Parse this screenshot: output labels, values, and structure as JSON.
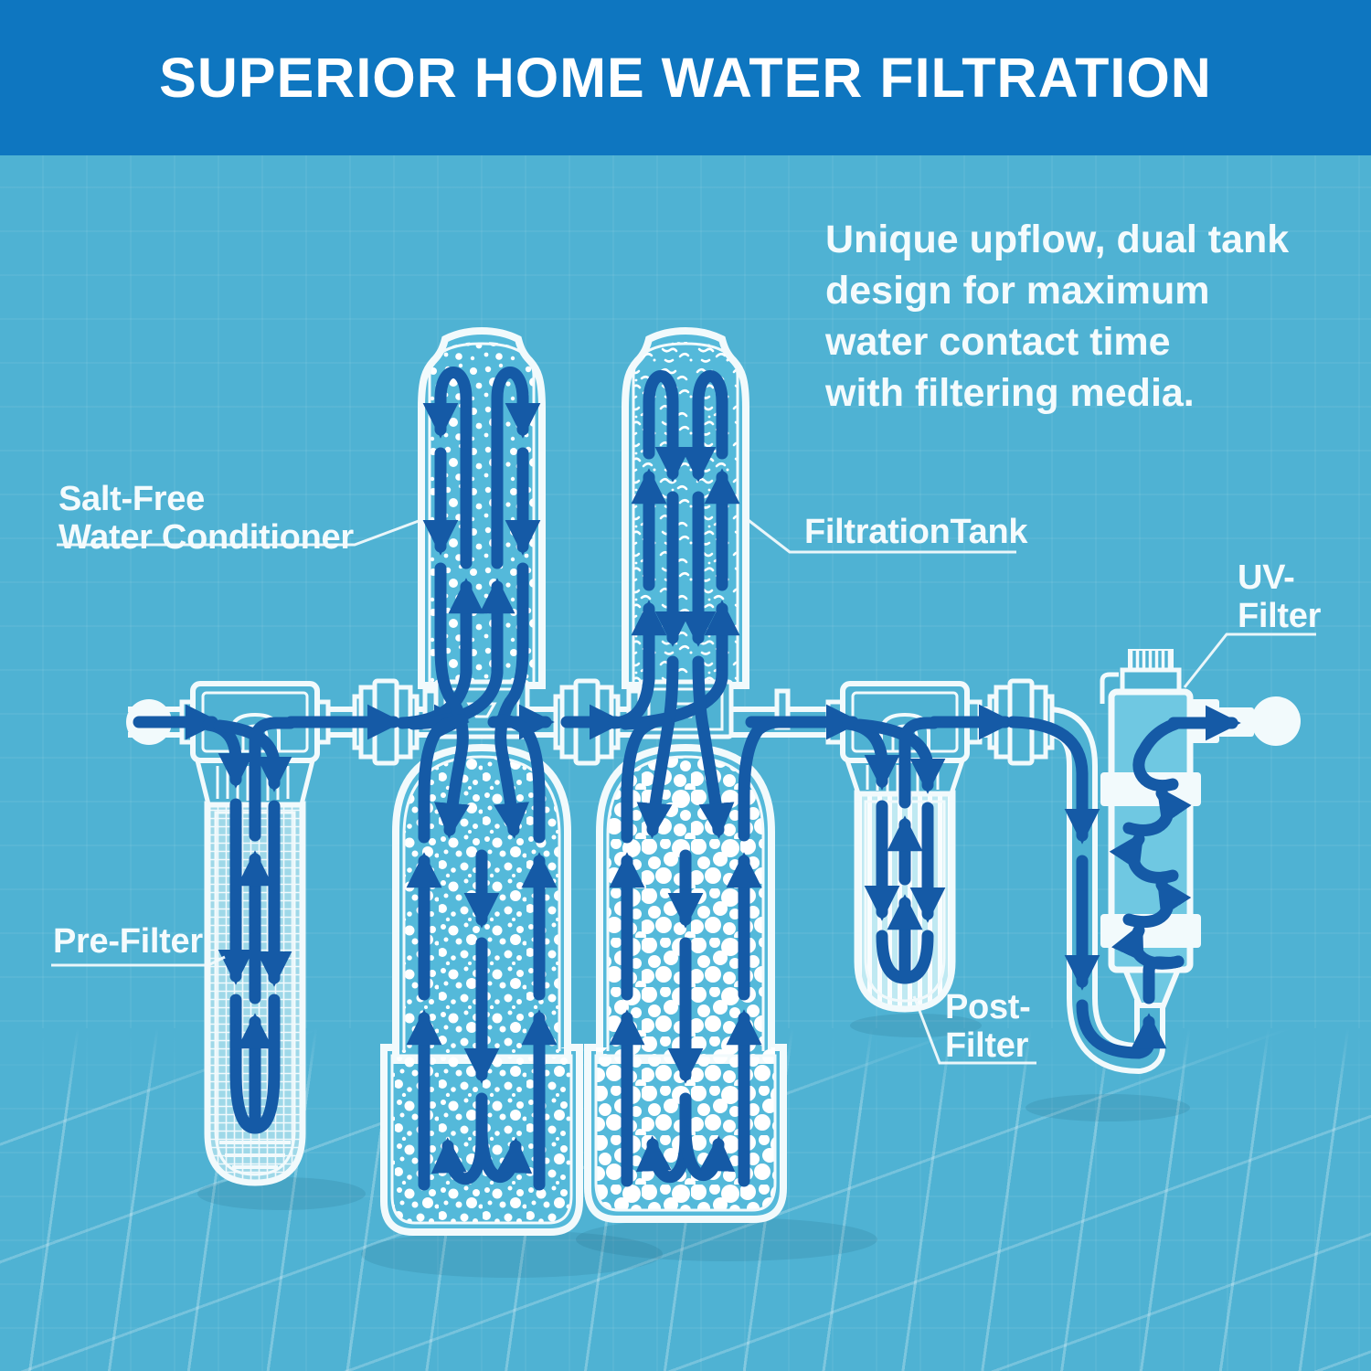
{
  "header": {
    "title": "SUPERIOR HOME WATER FILTRATION"
  },
  "description": {
    "text": "Unique upflow, dual tank\ndesign for maximum\nwater contact time\nwith filtering media."
  },
  "labels": {
    "salt_free": "Salt-Free\nWater Conditioner",
    "filtration_tank": "FiltrationTank",
    "uv_filter": "UV-\nFilter",
    "pre_filter": "Pre-Filter",
    "post_filter": "Post-\nFilter"
  },
  "colors": {
    "header_bg": "#0E76C0",
    "background": "#4FB2D3",
    "outline": "#F2FAFC",
    "tank_fill": "#54B9DA",
    "uv_fill": "#6FC8E2",
    "housing_fill": "#9ED8E8",
    "arrow": "#155AA6",
    "text": "#F4FBFD",
    "shadow": "#0D4666"
  }
}
